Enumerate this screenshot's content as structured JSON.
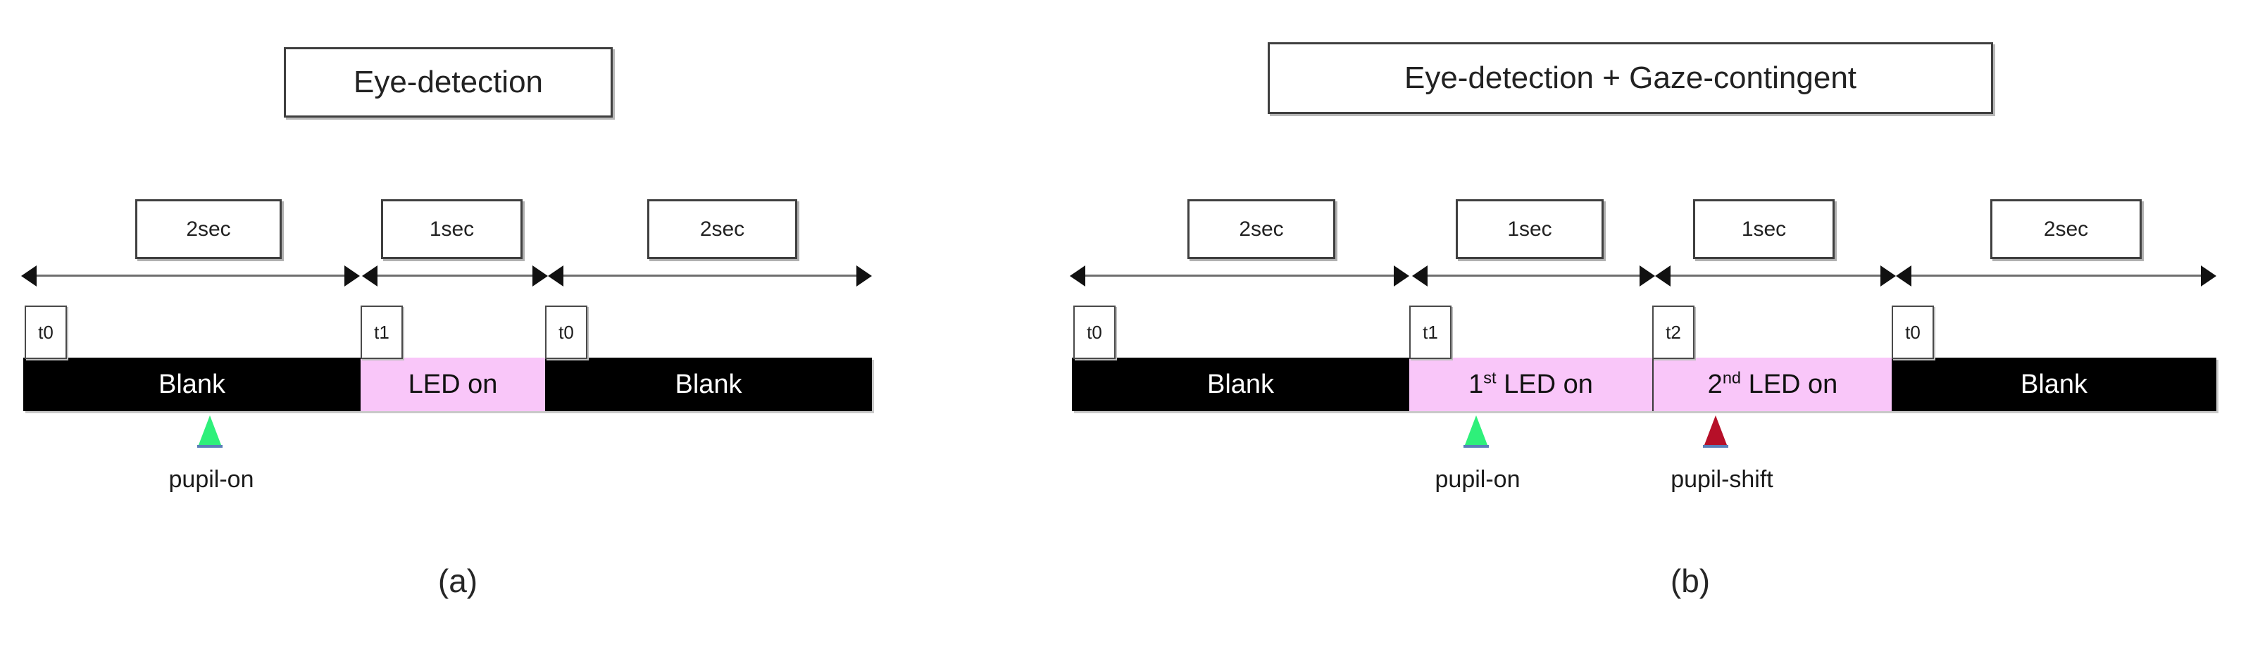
{
  "figure": {
    "background": "#ffffff",
    "accents": {
      "led_pink": "#f9c6f9",
      "blank_black": "#000000",
      "pupil_on_green": "#2ef07a",
      "pupil_shift_red": "#b60f28",
      "marker_base_blue": "#5a7fb8",
      "box_border": "#3f3f3f"
    }
  },
  "panel_a": {
    "title": "Eye-detection",
    "caption": "(a)",
    "durations": [
      {
        "label": "2sec"
      },
      {
        "label": "1sec"
      },
      {
        "label": "2sec"
      }
    ],
    "time_labels": [
      {
        "label": "t0"
      },
      {
        "label": "t1"
      },
      {
        "label": "t0"
      }
    ],
    "segments": [
      {
        "label": "Blank",
        "type": "blank"
      },
      {
        "label": "LED on",
        "type": "led"
      },
      {
        "label": "Blank",
        "type": "blank"
      }
    ],
    "markers": [
      {
        "label": "pupil-on",
        "color": "green"
      }
    ]
  },
  "panel_b": {
    "title": "Eye-detection + Gaze-contingent",
    "caption": "(b)",
    "durations": [
      {
        "label": "2sec"
      },
      {
        "label": "1sec"
      },
      {
        "label": "1sec"
      },
      {
        "label": "2sec"
      }
    ],
    "time_labels": [
      {
        "label": "t0"
      },
      {
        "label": "t1"
      },
      {
        "label": "t2"
      },
      {
        "label": "t0"
      }
    ],
    "segments": [
      {
        "label": "Blank",
        "type": "blank"
      },
      {
        "label": "1st LED on",
        "type": "led",
        "prefix": "1",
        "sup": "st",
        "rest": " LED on"
      },
      {
        "label": "2nd LED on",
        "type": "led",
        "prefix": "2",
        "sup": "nd",
        "rest": " LED on"
      },
      {
        "label": "Blank",
        "type": "blank"
      }
    ],
    "markers": [
      {
        "label": "pupil-on",
        "color": "green"
      },
      {
        "label": "pupil-shift",
        "color": "red"
      }
    ]
  }
}
